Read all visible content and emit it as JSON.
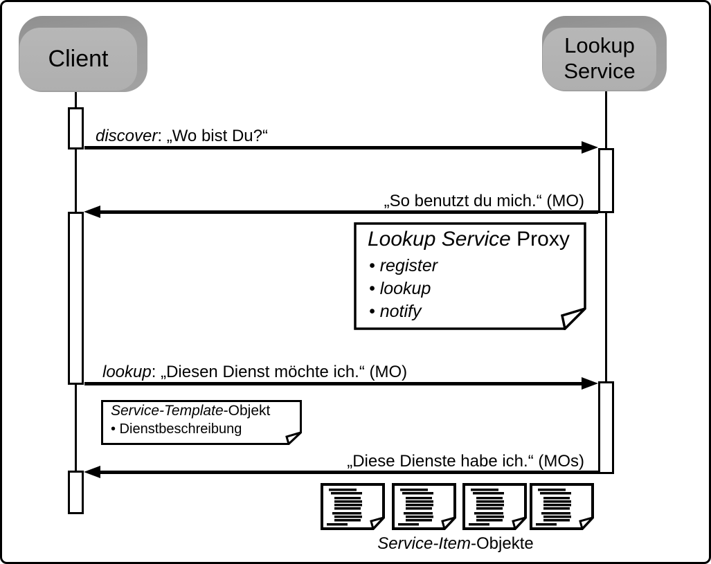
{
  "actors": {
    "client": {
      "label": "Client"
    },
    "lookup": {
      "line1": "Lookup",
      "line2": "Service"
    }
  },
  "messages": {
    "discover": {
      "keyword": "discover",
      "rest": ": „Wo bist Du?“"
    },
    "use_reply": {
      "text": "„So benutzt du mich.“ (MO)"
    },
    "lookup": {
      "keyword": "lookup",
      "rest": ": „Diesen Dienst möchte ich.“ (MO)"
    },
    "result_reply": {
      "text": "„Diese Dienste habe ich.“ (MOs)"
    }
  },
  "notes": {
    "proxy": {
      "title_italic": "Lookup Service",
      "title_regular": " Proxy",
      "bullets": [
        "• register",
        "• lookup",
        "• notify"
      ]
    },
    "template": {
      "title_italic": "Service-Template",
      "title_regular": "-Objekt",
      "bullets": [
        "• Dienstbeschreibung"
      ]
    }
  },
  "documents": {
    "count": 4,
    "caption_italic": "Service-Item",
    "caption_regular": "-Objekte"
  },
  "colors": {
    "line": "#000000",
    "background": "#ffffff",
    "actor_face": "#b2b2b2",
    "actor_edge": "#949494"
  }
}
